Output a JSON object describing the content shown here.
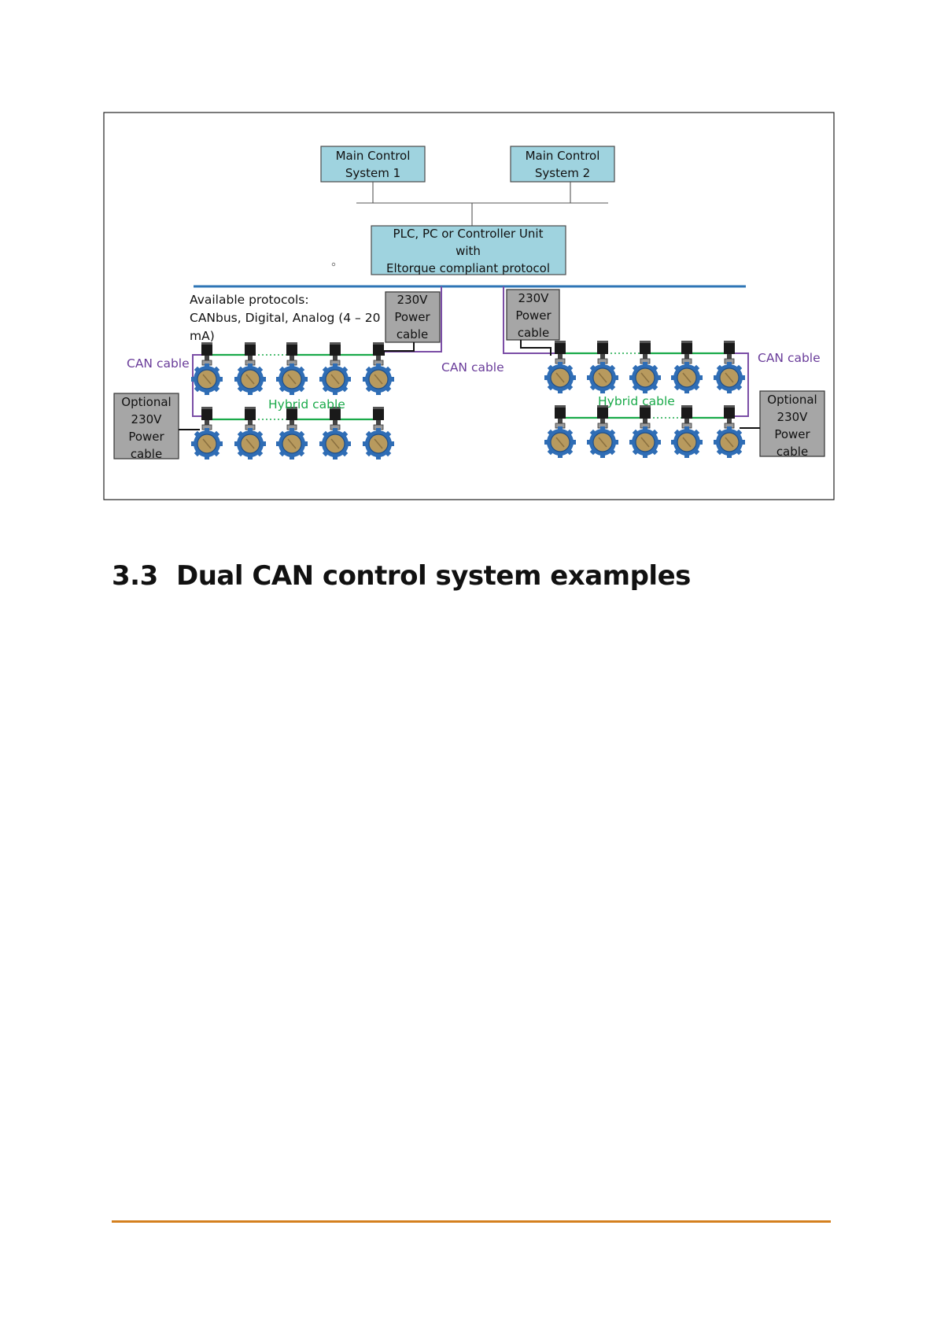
{
  "diagram": {
    "main_control_1": [
      "Main Control",
      "System 1"
    ],
    "main_control_2": [
      "Main Control",
      "System 2"
    ],
    "plc_unit": [
      "PLC, PC or Controller Unit",
      "with",
      "Eltorque compliant protocol"
    ],
    "protocols_note": [
      "Available protocols:",
      "CANbus, Digital, Analog (4 – 20",
      "mA)"
    ],
    "power_left": [
      "230V",
      "Power",
      "cable"
    ],
    "power_right": [
      "230V",
      "Power",
      "cable"
    ],
    "optional_left": [
      "Optional",
      "230V",
      "Power",
      "cable"
    ],
    "optional_right": [
      "Optional",
      "230V",
      "Power",
      "cable"
    ],
    "can_cable_left": "CAN cable",
    "can_cable_center": "CAN cable",
    "can_cable_right": "CAN cable",
    "hybrid_cable_left": "Hybrid cable",
    "hybrid_cable_right": "Hybrid cable",
    "colors": {
      "box_blue": "#9fd3df",
      "box_grey": "#a6a6a6",
      "bus_blue": "#2e75b6",
      "can_purple": "#7b4ea6",
      "hybrid_green": "#1aaa4a",
      "valve_blue": "#2f6db5",
      "valve_bronze": "#b89a5e",
      "footer_orange": "#d4801f"
    }
  },
  "section": {
    "number": "3.3",
    "title": "Dual CAN control system examples"
  }
}
